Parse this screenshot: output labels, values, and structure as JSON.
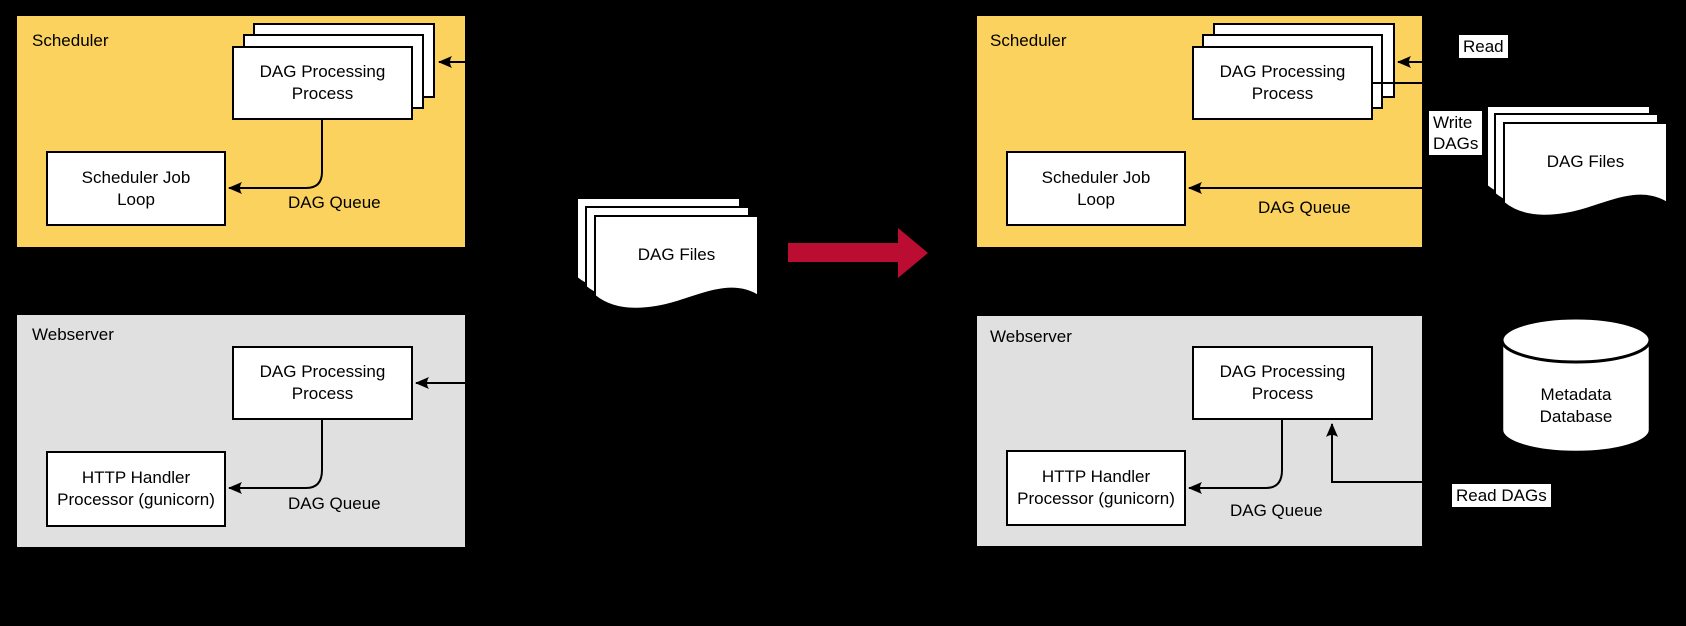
{
  "colors": {
    "background": "#000000",
    "scheduler_fill": "#FBD25E",
    "webserver_fill": "#E0E0E0",
    "box_fill": "#FFFFFF",
    "line": "#000000",
    "transition_arrow": "#BB0D31",
    "label_bg": "#FFFFFF"
  },
  "before": {
    "scheduler": {
      "title": "Scheduler",
      "dag_processing": "DAG Processing\nProcess",
      "job_loop": "Scheduler Job\nLoop",
      "dag_queue": "DAG Queue"
    },
    "webserver": {
      "title": "Webserver",
      "dag_processing": "DAG Processing\nProcess",
      "http_handler": "HTTP Handler\nProcessor (gunicorn)",
      "dag_queue": "DAG Queue"
    },
    "dag_files": "DAG Files"
  },
  "after": {
    "scheduler": {
      "title": "Scheduler",
      "dag_processing": "DAG Processing\nProcess",
      "job_loop": "Scheduler Job\nLoop",
      "dag_queue": "DAG Queue"
    },
    "webserver": {
      "title": "Webserver",
      "dag_processing": "DAG Processing\nProcess",
      "http_handler": "HTTP Handler\nProcessor (gunicorn)",
      "dag_queue": "DAG Queue"
    },
    "annotations": {
      "read": "Read",
      "write_dags": "Write\nDAGs",
      "dag_files": "DAG Files",
      "metadata_database": "Metadata\nDatabase",
      "read_dags": "Read DAGs"
    }
  }
}
